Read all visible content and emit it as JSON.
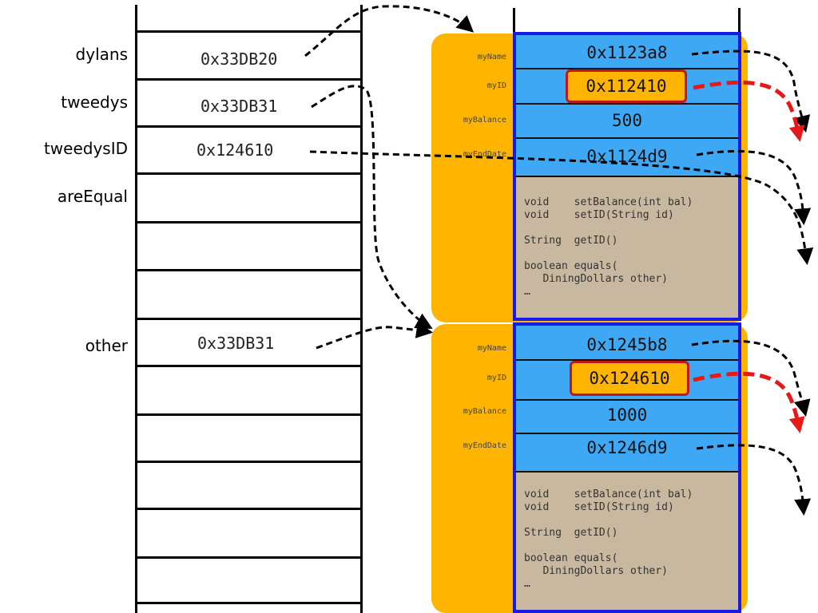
{
  "stack": {
    "labels": {
      "dylans": "dylans",
      "tweedys": "tweedys",
      "tweedysID": "tweedysID",
      "areEqual": "areEqual",
      "other": "other"
    },
    "values": {
      "dylans": "0x33DB20",
      "tweedys": "0x33DB31",
      "tweedysID": "0x124610",
      "other": "0x33DB31"
    }
  },
  "objects": [
    {
      "field_names": {
        "name": "myName",
        "id": "myID",
        "balance": "myBalance",
        "end": "myEndDate"
      },
      "field_values": {
        "name": "0x1123a8",
        "id": "0x112410",
        "balance": "500",
        "end": "0x1124d9"
      },
      "methods": "void    setBalance(int bal)\nvoid    setID(String id)\n\nString  getID()\n\nboolean equals(\n   DiningDollars other)\n…"
    },
    {
      "field_names": {
        "name": "myName",
        "id": "myID",
        "balance": "myBalance",
        "end": "myEndDate"
      },
      "field_values": {
        "name": "0x1245b8",
        "id": "0x124610",
        "balance": "1000",
        "end": "0x1246d9"
      },
      "methods": "void    setBalance(int bal)\nvoid    setID(String id)\n\nString  getID()\n\nboolean equals(\n   DiningDollars other)\n…"
    }
  ],
  "colors": {
    "object_bg": "#ffb400",
    "field_bg": "#3ea8f5",
    "frame": "#1a1ae6",
    "methods_bg": "#c9b8a0",
    "id_border": "#c01818",
    "arrow_red": "#e81818"
  }
}
